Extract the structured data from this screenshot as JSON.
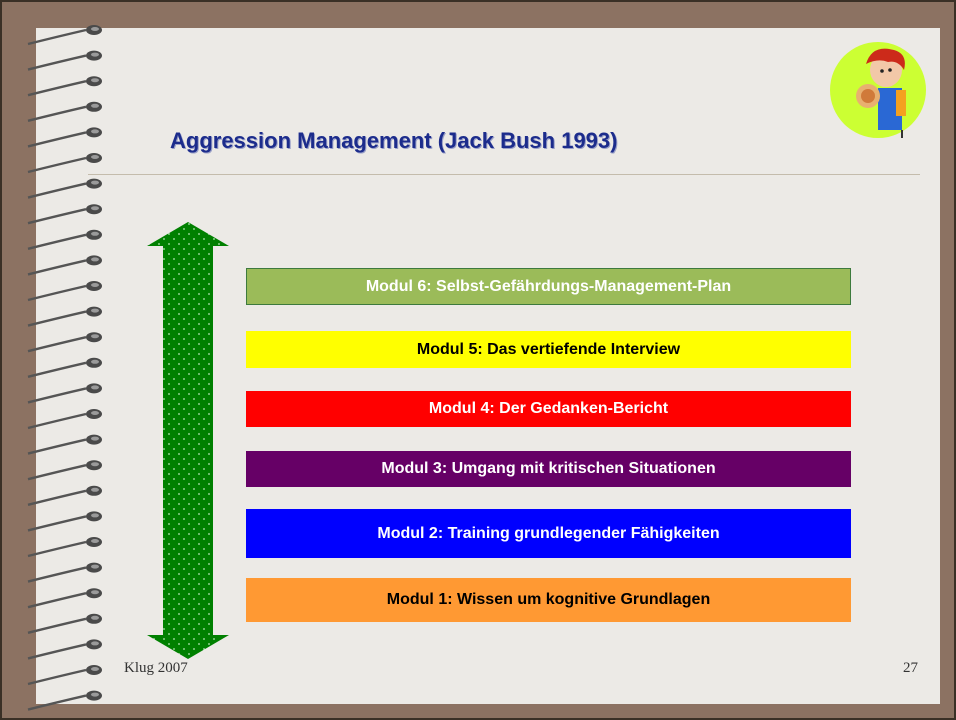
{
  "slide": {
    "title": "Aggression Management (Jack Bush 1993)",
    "modules": [
      {
        "label": "Modul 6: Selbst-Gefährdungs-Management-Plan",
        "color": "#9bbb59"
      },
      {
        "label": "Modul 5: Das vertiefende Interview",
        "color": "#ffff00"
      },
      {
        "label": "Modul 4: Der Gedanken-Bericht",
        "color": "#ff0000"
      },
      {
        "label": "Modul 3: Umgang mit kritischen Situationen",
        "color": "#660066"
      },
      {
        "label": "Modul 2: Training grundlegender Fähigkeiten",
        "color": "#0000ff"
      },
      {
        "label": "Modul 1: Wissen um kognitive Grundlagen",
        "color": "#ff9933"
      }
    ],
    "footer_left": "Klug 2007",
    "page_number": "27"
  },
  "icons": {
    "arrow": "double-headed-arrow-icon",
    "binding": "spiral-binding-icon",
    "avatar": "character-eating-icon"
  },
  "colors": {
    "title": "#1c2c8c",
    "frame": "#8c7262",
    "slide_bg": "#eceae6",
    "arrow": "#008000"
  }
}
